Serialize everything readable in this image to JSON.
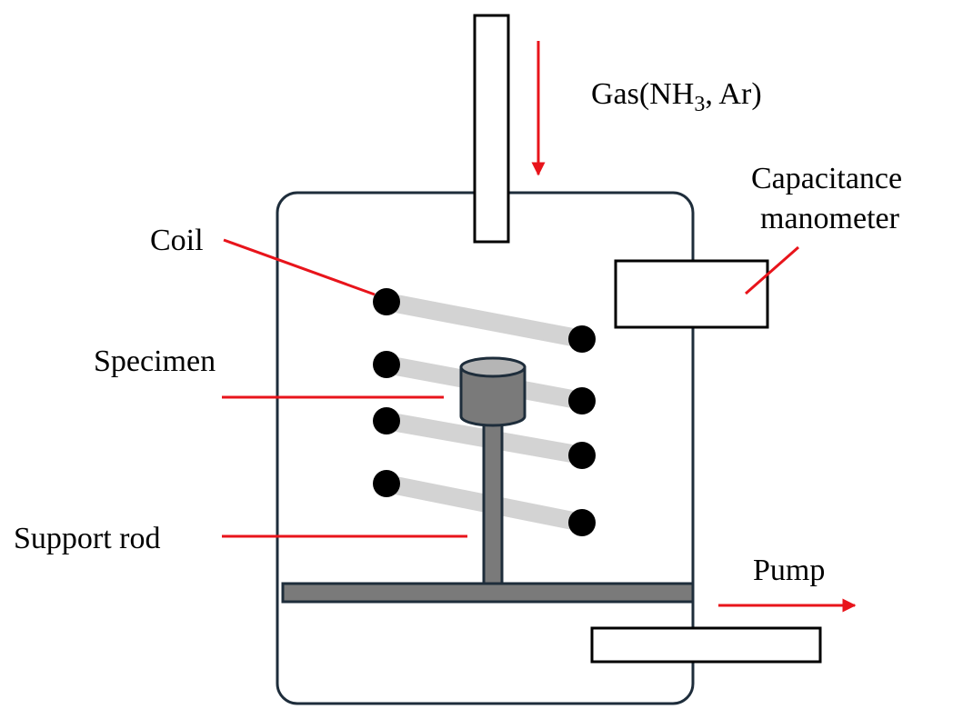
{
  "labels": {
    "gas_prefix": "Gas(NH",
    "gas_sub": "3",
    "gas_suffix": ", Ar)",
    "capacitance_line1": "Capacitance",
    "capacitance_line2": "manometer",
    "coil": "Coil",
    "specimen": "Specimen",
    "support_rod": "Support rod",
    "pump": "Pump"
  },
  "colors": {
    "chamber_stroke": "#1e2d3b",
    "leader_red": "#e8141b",
    "coil_tube": "#d3d3d3",
    "coil_dot": "#000000",
    "specimen_fill": "#7a7a7a",
    "specimen_top": "#b5b5b5",
    "platform_fill": "#7a7a7a"
  }
}
